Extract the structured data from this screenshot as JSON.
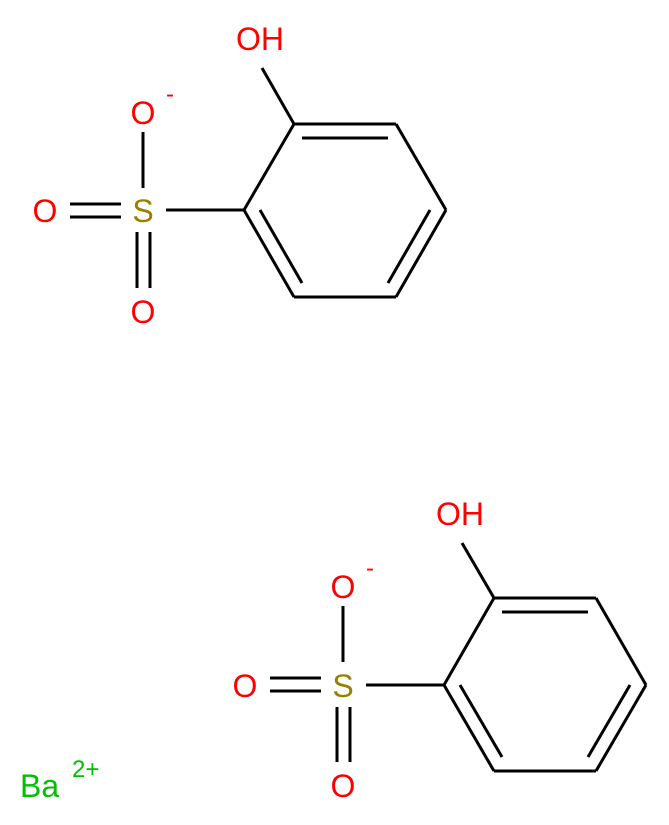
{
  "colors": {
    "bond": "#000000",
    "oxygen": "#ff0000",
    "sulfur": "#998000",
    "barium": "#00c000"
  },
  "molecule_1": {
    "hydroxyl": "OH",
    "sulfur": "S",
    "oxygen_anion": "O",
    "anion_charge": "-",
    "oxygen_left": "O",
    "oxygen_bottom": "O"
  },
  "molecule_2": {
    "hydroxyl": "OH",
    "sulfur": "S",
    "oxygen_anion": "O",
    "anion_charge": "-",
    "oxygen_left": "O",
    "oxygen_bottom": "O"
  },
  "counter_ion": {
    "symbol": "Ba",
    "charge": "2+"
  }
}
